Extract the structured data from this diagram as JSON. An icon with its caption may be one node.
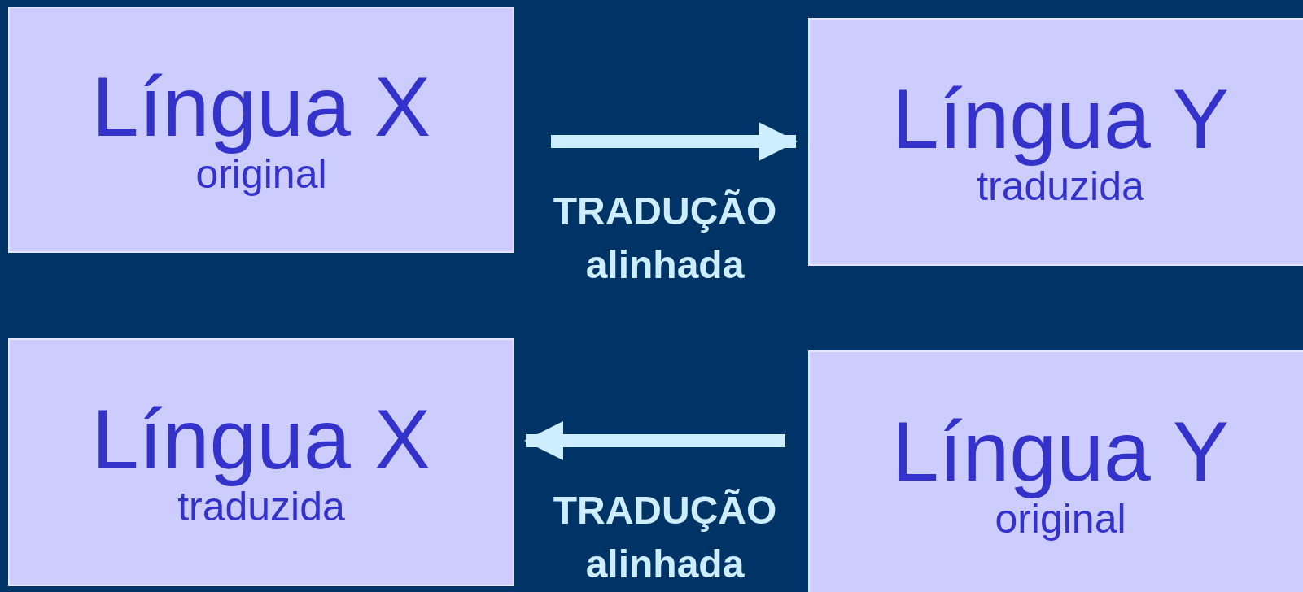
{
  "diagram": {
    "nodes": [
      {
        "text": [
          "Língua X",
          "original"
        ]
      },
      {
        "text": [
          "Língua Y",
          "traduzida"
        ]
      },
      {
        "text": [
          "Língua X",
          "traduzida"
        ]
      },
      {
        "text": [
          "Língua Y",
          "original"
        ]
      }
    ],
    "edges": [
      {
        "from": 0,
        "to": 1,
        "arrow": "to",
        "label": "TRADUÇÃO alinhada"
      },
      {
        "from": 3,
        "to": 2,
        "arrow": "to",
        "label": "TRADUÇÃO alinhada"
      }
    ]
  }
}
